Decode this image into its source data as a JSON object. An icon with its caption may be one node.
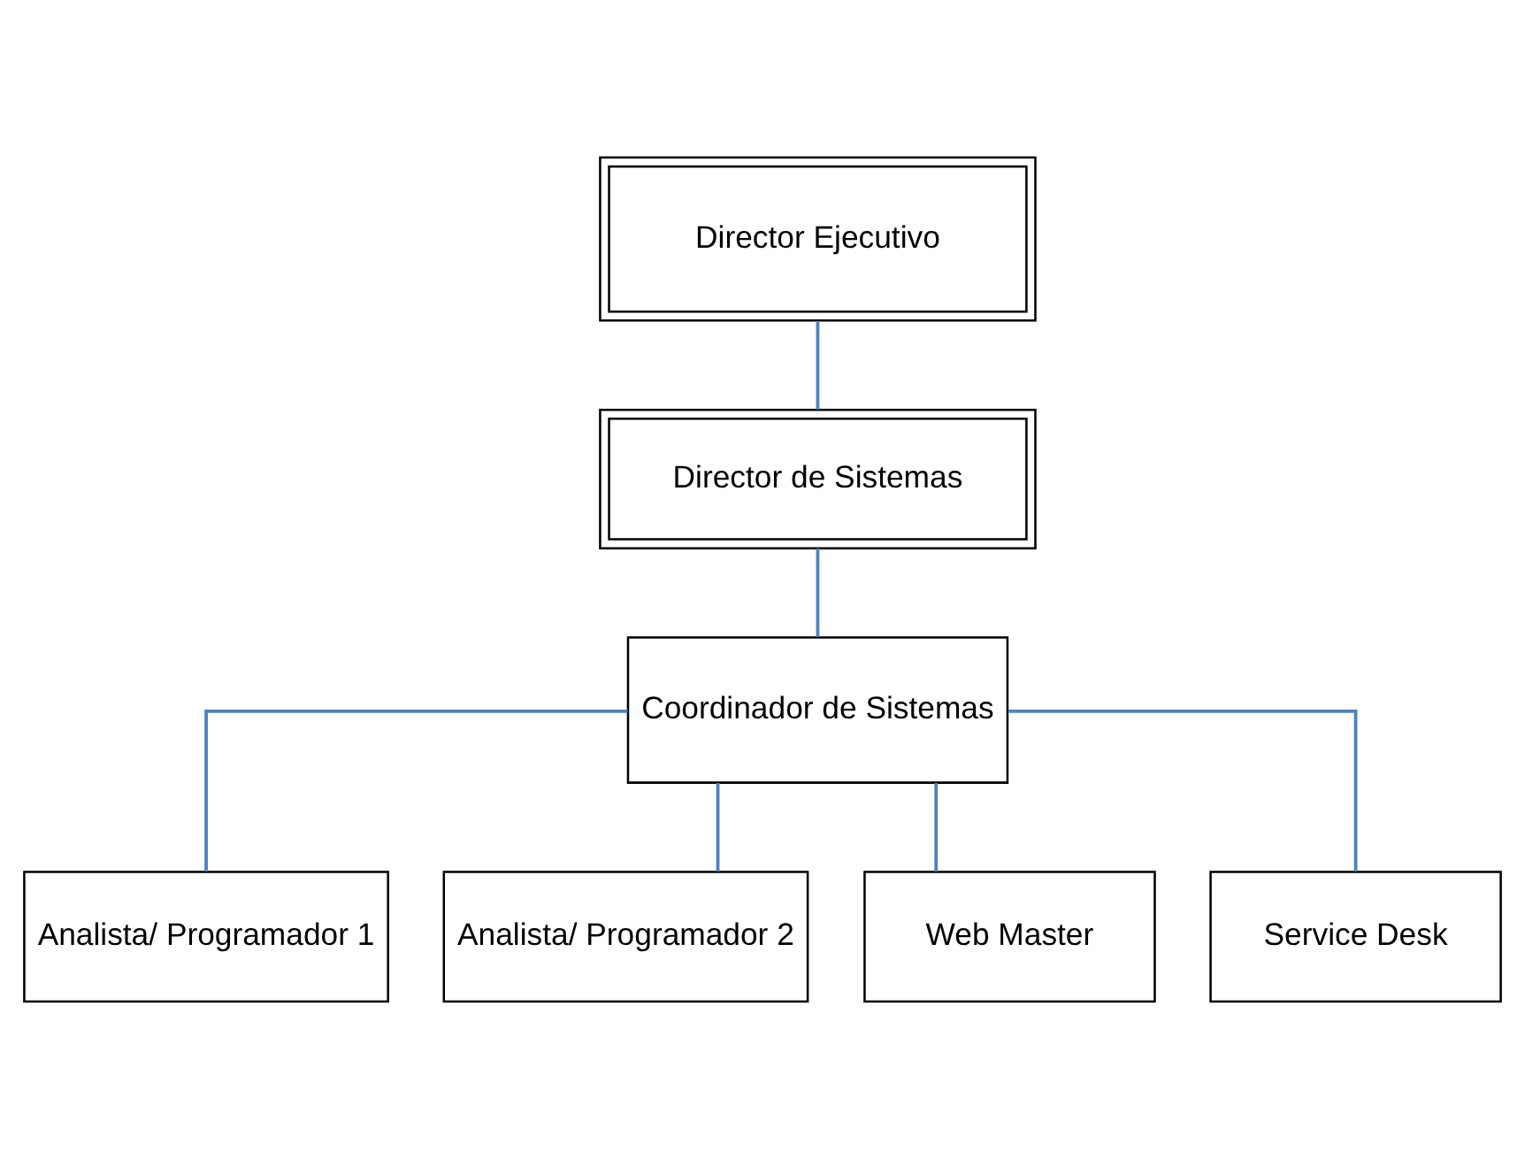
{
  "diagram": {
    "nodes": [
      {
        "text": [
          "Director Ejecutivo"
        ]
      },
      {
        "text": [
          "Director de Sistemas"
        ]
      },
      {
        "text": [
          "Coordinador de Sistemas"
        ]
      },
      {
        "text": [
          "Analista/ Programador 1"
        ]
      },
      {
        "text": [
          "Analista/ Programador 2"
        ]
      },
      {
        "text": [
          "Web Master"
        ]
      },
      {
        "text": [
          "Service Desk"
        ]
      }
    ],
    "edges": [
      {
        "from": 0,
        "to": 1,
        "arrow": "none"
      },
      {
        "from": 1,
        "to": 2,
        "arrow": "none"
      },
      {
        "from": 2,
        "to": 3,
        "arrow": "none"
      },
      {
        "from": 2,
        "to": 4,
        "arrow": "none"
      },
      {
        "from": 2,
        "to": 5,
        "arrow": "none"
      },
      {
        "from": 2,
        "to": 6,
        "arrow": "none"
      }
    ]
  }
}
